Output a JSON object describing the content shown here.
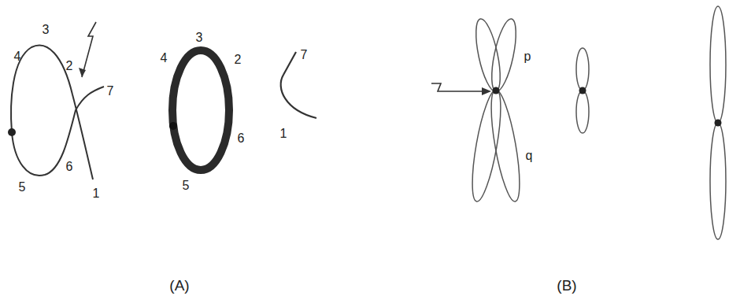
{
  "diagram": {
    "labels": [
      "3",
      "4",
      "2",
      "7",
      "5",
      "6",
      "1",
      "3",
      "4",
      "2",
      "6",
      "5",
      "7",
      "1",
      "(A)",
      "p",
      "q",
      "(B)"
    ]
  }
}
